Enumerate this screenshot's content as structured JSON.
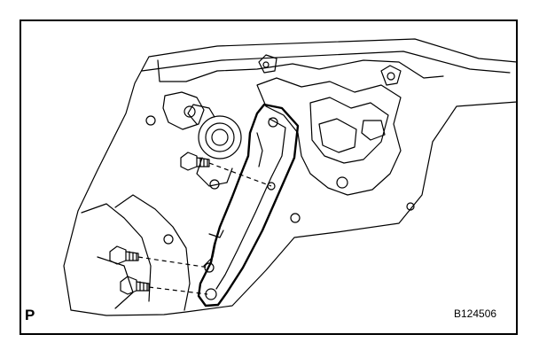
{
  "figure": {
    "view_marker": "P",
    "figure_code": "B124506"
  },
  "parts": {
    "bracket": "bracket-plate",
    "bolts": [
      "upper-bolt",
      "lower-bolt-1",
      "lower-bolt-2"
    ]
  }
}
